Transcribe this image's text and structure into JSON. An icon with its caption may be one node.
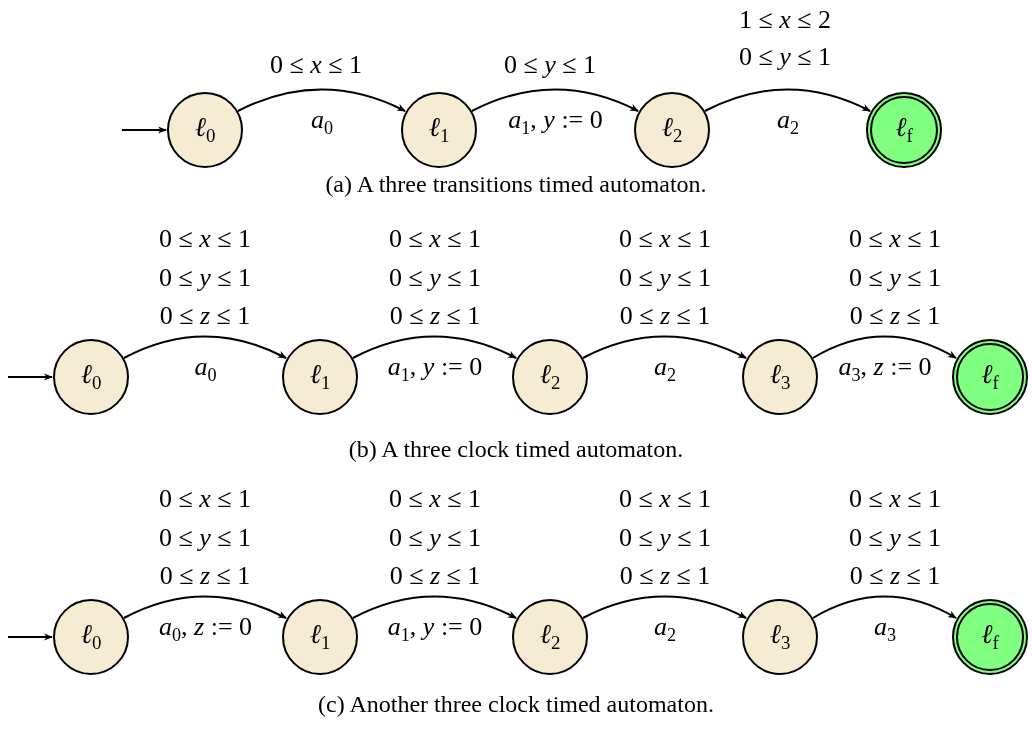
{
  "diagram": {
    "nodes": [
      {
        "text": [
          "*ℓ*$_{0}$"
        ]
      },
      {
        "text": [
          "*ℓ*$_{1}$"
        ]
      },
      {
        "text": [
          "*ℓ*$_{2}$"
        ]
      },
      {
        "text": [
          "*ℓ*$_{f}$"
        ]
      },
      {
        "text": [
          "*ℓ*$_{0}$"
        ]
      },
      {
        "text": [
          "*ℓ*$_{1}$"
        ]
      },
      {
        "text": [
          "*ℓ*$_{2}$"
        ]
      },
      {
        "text": [
          "*ℓ*$_{3}$"
        ]
      },
      {
        "text": [
          "*ℓ*$_{f}$"
        ]
      },
      {
        "text": [
          "*ℓ*$_{0}$"
        ]
      },
      {
        "text": [
          "*ℓ*$_{1}$"
        ]
      },
      {
        "text": [
          "*ℓ*$_{2}$"
        ]
      },
      {
        "text": [
          "*ℓ*$_{3}$"
        ]
      },
      {
        "text": [
          "*ℓ*$_{f}$"
        ]
      }
    ],
    "edges": [
      {
        "from": null,
        "to": 0,
        "arrow": "to"
      },
      {
        "from": 0,
        "to": 1,
        "arrow": "to",
        "label": "*a*$_{0}$"
      },
      {
        "from": 1,
        "to": 2,
        "arrow": "to",
        "label": "*a*$_{1}$, *y* := 0"
      },
      {
        "from": 2,
        "to": 3,
        "arrow": "to",
        "label": "*a*$_{2}$"
      },
      {
        "from": null,
        "to": 4,
        "arrow": "to"
      },
      {
        "from": 4,
        "to": 5,
        "arrow": "to",
        "label": "*a*$_{0}$"
      },
      {
        "from": 5,
        "to": 6,
        "arrow": "to",
        "label": "*a*$_{1}$, *y* := 0"
      },
      {
        "from": 6,
        "to": 7,
        "arrow": "to",
        "label": "*a*$_{2}$"
      },
      {
        "from": 7,
        "to": 8,
        "arrow": "to",
        "label": "*a*$_{3}$, *z* := 0"
      },
      {
        "from": null,
        "to": 9,
        "arrow": "to"
      },
      {
        "from": 9,
        "to": 10,
        "arrow": "to",
        "label": "*a*$_{0}$, *z* := 0"
      },
      {
        "from": 10,
        "to": 11,
        "arrow": "to",
        "label": "*a*$_{1}$, *y* := 0"
      },
      {
        "from": 11,
        "to": 12,
        "arrow": "to",
        "label": "*a*$_{2}$"
      },
      {
        "from": 12,
        "to": 13,
        "arrow": "to",
        "label": "*a*$_{3}$"
      }
    ],
    "labels": [
      "1 ≤ *x* ≤ 2",
      "0 ≤ *x* ≤ 1",
      "0 ≤ *y* ≤ 1",
      "0 ≤ *y* ≤ 1",
      "(a) A three transitions timed automaton.",
      "0 ≤ *x* ≤ 1",
      "0 ≤ *x* ≤ 1",
      "0 ≤ *x* ≤ 1",
      "0 ≤ *x* ≤ 1",
      "0 ≤ *y* ≤ 1",
      "0 ≤ *y* ≤ 1",
      "0 ≤ *y* ≤ 1",
      "0 ≤ *y* ≤ 1",
      "0 ≤ *z* ≤ 1",
      "0 ≤ *z* ≤ 1",
      "0 ≤ *z* ≤ 1",
      "0 ≤ *z* ≤ 1",
      "(b) A three clock timed automaton.",
      "0 ≤ *x* ≤ 1",
      "0 ≤ *x* ≤ 1",
      "0 ≤ *x* ≤ 1",
      "0 ≤ *x* ≤ 1",
      "0 ≤ *y* ≤ 1",
      "0 ≤ *y* ≤ 1",
      "0 ≤ *y* ≤ 1",
      "0 ≤ *y* ≤ 1",
      "0 ≤ *z* ≤ 1",
      "0 ≤ *z* ≤ 1",
      "0 ≤ *z* ≤ 1",
      "0 ≤ *z* ≤ 1",
      "(c) Another three clock timed automaton."
    ]
  }
}
